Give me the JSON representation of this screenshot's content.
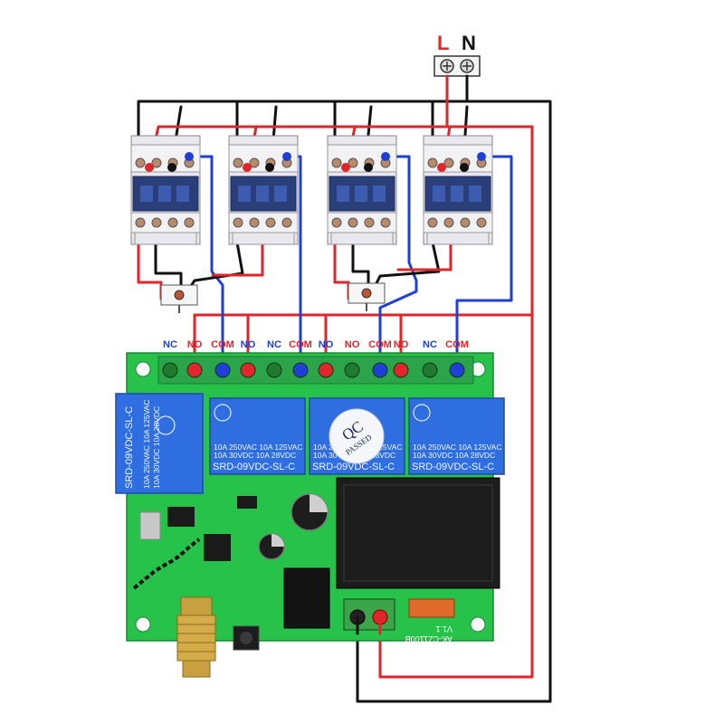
{
  "power": {
    "line_label": "L",
    "neutral_label": "N",
    "line_color": "#e0262b",
    "neutral_color": "#111111"
  },
  "board": {
    "terminal_labels": [
      "NC",
      "NO",
      "COM",
      "NO",
      "NC",
      "COM",
      "NO",
      "NO",
      "COM",
      "NO",
      "NC",
      "COM"
    ],
    "relays": [
      {
        "rating_line_1": "10A 250VAC  10A 125VAC",
        "rating_line_2": "10A  30VDC  10A  28VDC",
        "model": "SRD-09VDC-SL-C"
      },
      {
        "rating_line_1": "10A 250VAC  10A 125VAC",
        "rating_line_2": "10A  30VDC  10A  28VDC",
        "model": "SRD-09VDC-SL-C"
      },
      {
        "rating_line_1": "10A 250VAC  10A 125VAC",
        "rating_line_2": "10A  30VDC  10A  28VDC",
        "model": "SRD-09VDC-SL-C"
      },
      {
        "rating_line_1": "10A 250VAC  10A 125VAC",
        "rating_line_2": "10A  30VDC  10A  28VDC",
        "model": "SRD-09VDC-SL-C"
      }
    ],
    "qc_sticker": {
      "line_1": "QC",
      "line_2": "PASSED"
    },
    "pcb_label": "AK-CZ1100B",
    "pcb_version": "V1.1",
    "board_color": "#27c24a",
    "relay_color": "#2f6ee0"
  },
  "wire_colors": {
    "line": "#e0262b",
    "neutral": "#111111",
    "coil": "#1f3fd6"
  }
}
